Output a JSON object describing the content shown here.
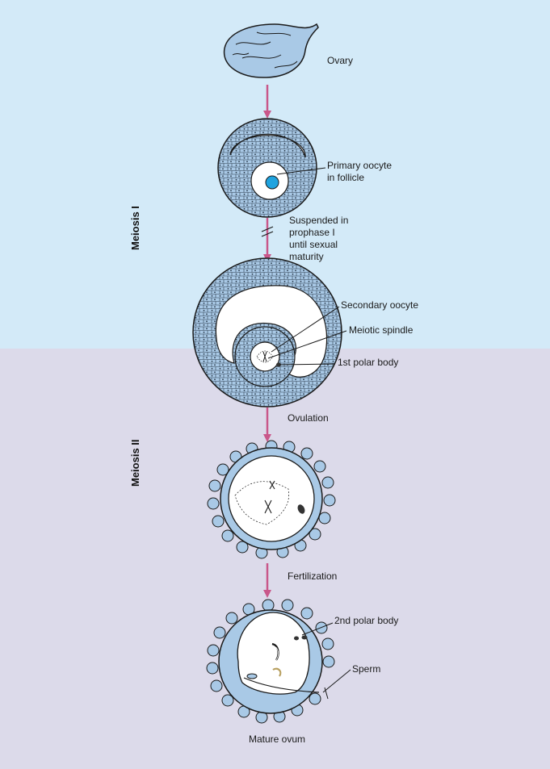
{
  "colors": {
    "meiosis1_bg": "#d3eaf8",
    "meiosis2_bg": "#dcdaea",
    "cell_fill": "#a9c9e6",
    "cell_outline": "#1a1a1a",
    "arrow": "#c9578a",
    "nucleus": "#1fa3df",
    "polar_body": "#333333"
  },
  "phases": {
    "meiosis1": "Meiosis I",
    "meiosis2": "Meiosis II"
  },
  "labels": {
    "ovary": "Ovary",
    "primary_oocyte": "Primary oocyte\nin follicle",
    "suspended": "Suspended in\nprophase I\nuntil sexual\nmaturity",
    "secondary_oocyte": "Secondary oocyte",
    "meiotic_spindle": "Meiotic spindle",
    "first_polar_body": "1st polar body",
    "ovulation": "Ovulation",
    "fertilization": "Fertilization",
    "second_polar_body": "2nd polar body",
    "sperm": "Sperm",
    "mature_ovum": "Mature ovum"
  }
}
